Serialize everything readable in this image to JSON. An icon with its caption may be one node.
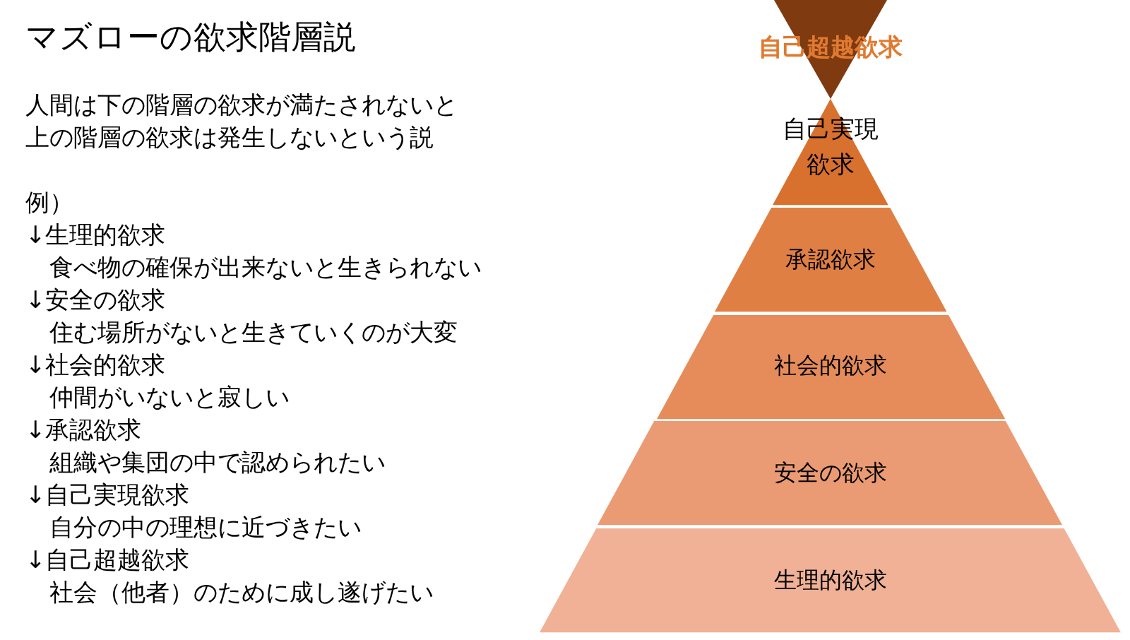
{
  "diagram": {
    "title": "マズローの欲求階層説",
    "nodes": [
      {
        "text": [
          "自己超越欲求"
        ]
      },
      {
        "text": [
          "自己実現欲求"
        ]
      },
      {
        "text": [
          "承認欲求"
        ]
      },
      {
        "text": [
          "社会的欲求"
        ]
      },
      {
        "text": [
          "安全の欲求"
        ]
      },
      {
        "text": [
          "生理的欲求"
        ]
      }
    ],
    "edges": [],
    "labels": [
      "人間は下の階層の欲求が満たされないと上の階層の欲求は発生しないという説",
      "例）",
      "↓生理的欲求",
      "食べ物の確保が出来ないと生きられない",
      "↓安全の欲求",
      "住む場所がないと生きていくのが大変",
      "↓社会的欲求",
      "仲間がいないと寂しい",
      "↓承認欲求",
      "組織や集団の中で認められたい",
      "↓自己実現欲求",
      "自分の中の理想に近づきたい",
      "↓自己超越欲求",
      "社会（他者）のために成し遂げたい"
    ]
  }
}
